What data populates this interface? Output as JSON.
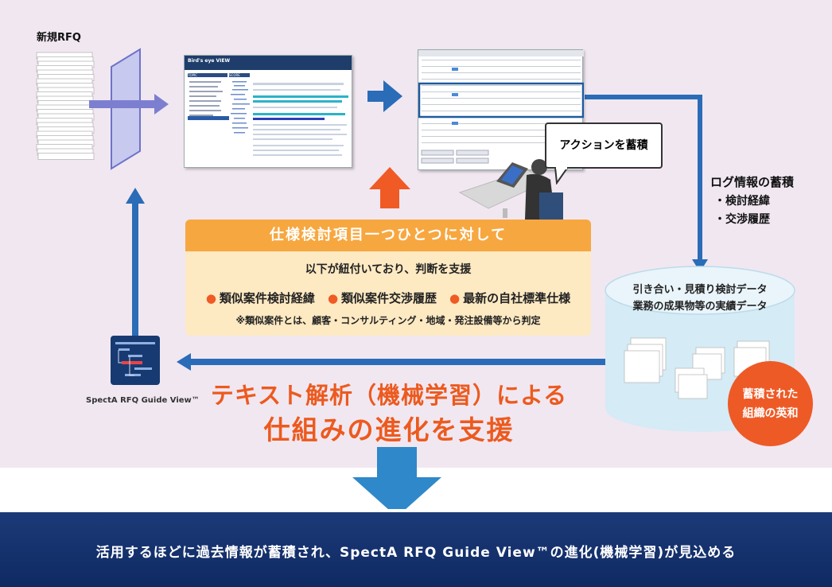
{
  "labels": {
    "new_rfq": "新規RFQ",
    "action_bubble": "アクションを蓄積",
    "log_title": "ログ情報の蓄積",
    "log_items": [
      "・検討経緯",
      "・交渉履歴"
    ],
    "product_caption": "SpectA RFQ Guide View™"
  },
  "orange_box": {
    "heading": "仕様検討項目一つひとつに対して",
    "subline": "以下が紐付いており、判断を支援",
    "bullets": [
      "類似案件検討経緯",
      "類似案件交渉履歴",
      "最新の自社標準仕様"
    ],
    "note": "※類似案件とは、顧客・コンサルティング・地域・発注設備等から判定"
  },
  "database": {
    "line1": "引き合い・見積り検討データ",
    "line2": "業務の成果物等の実績データ",
    "circle_line1": "蓄積された",
    "circle_line2": "組織の英和"
  },
  "headline": {
    "line1": "テキスト解析（機械学習）による",
    "line2": "仕組みの進化を支援"
  },
  "footer": {
    "text": "活用するほどに過去情報が蓄積され、SpectA RFQ Guide View™の進化(機械学習)が見込める"
  },
  "screenshot1": {
    "app_title": "Bird's eye VIEW",
    "col_topic": "TOPIC",
    "col_score": "SCORE"
  },
  "colors": {
    "panel_bg": "#f1e7f1",
    "arrow_blue": "#2a6cb7",
    "accent_orange": "#ec5a1e",
    "banner_navy": "#163469"
  }
}
